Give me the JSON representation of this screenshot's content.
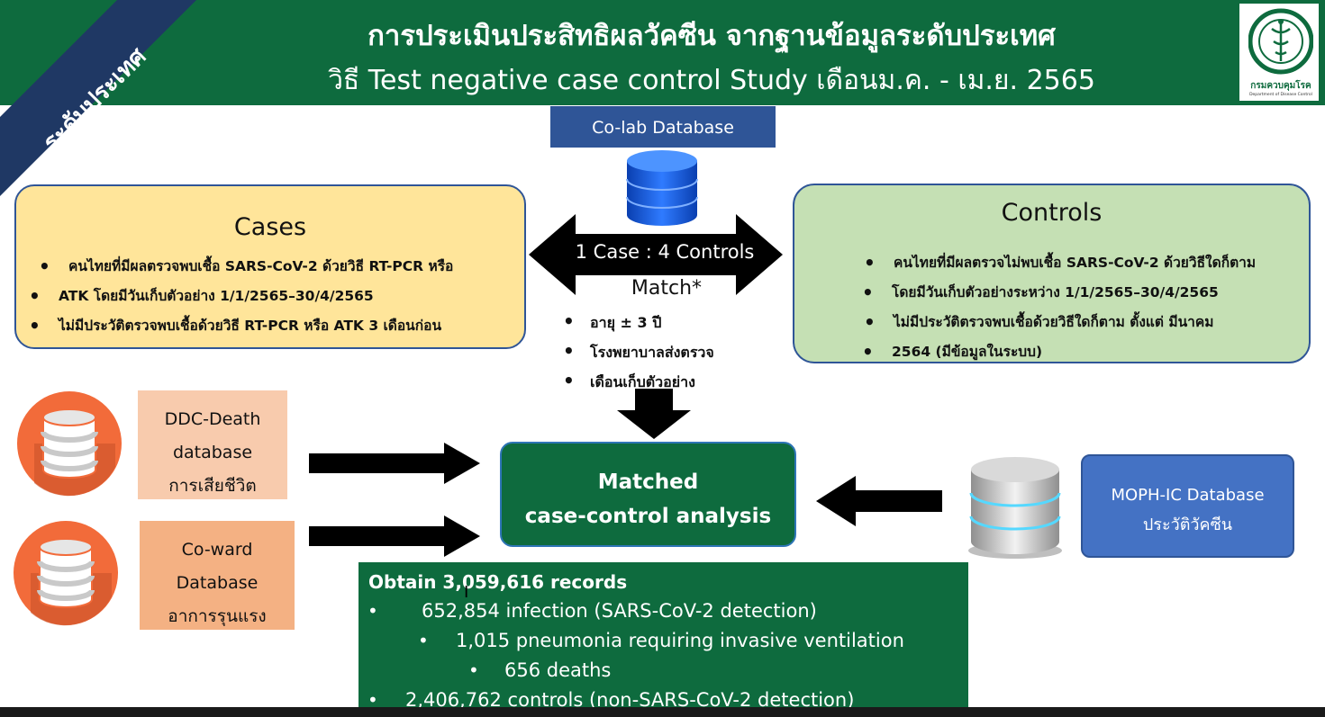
{
  "header": {
    "title_line1": "การประเมินประสิทธิผลวัคซีน จากฐานข้อมูลระดับประเทศ",
    "title_line2": "วิธี Test negative case control Study เดือนม.ค. - เม.ย. 2565",
    "corner_ribbon": "ระดับประเทศ",
    "logo": {
      "caption": "กรมควบคุมโรค",
      "subcaption": "Department of Disease Control",
      "icon": "ministry-seal-icon"
    }
  },
  "colab": {
    "label": "Co-lab Database",
    "icon": "database-blue-icon"
  },
  "cases": {
    "title": "Cases",
    "bullets": [
      {
        "line1": "คนไทยที่มีผลตรวจพบเชื้อ SARS-CoV-2 ด้วยวิธี RT-PCR หรือ",
        "line2": "ATK โดยมีวันเก็บตัวอย่าง 1/1/2565–30/4/2565"
      },
      {
        "line1": "ไม่มีประวัติตรวจพบเชื้อด้วยวิธี RT-PCR หรือ ATK 3 เดือนก่อน"
      }
    ]
  },
  "controls": {
    "title": "Controls",
    "bullets": [
      {
        "line1": "คนไทยที่มีผลตรวจไม่พบเชื้อ SARS-CoV-2 ด้วยวิธีใดก็ตาม",
        "line2": "โดยมีวันเก็บตัวอย่างระหว่าง 1/1/2565–30/4/2565"
      },
      {
        "line1": "ไม่มีประวัติตรวจพบเชื้อด้วยวิธีใดก็ตาม ตั้งแต่ มีนาคม",
        "line2": "2564 (มีข้อมูลในระบบ)"
      }
    ]
  },
  "ratio": {
    "label": "1 Case : 4 Controls"
  },
  "match": {
    "title": "Match*",
    "items": [
      "อายุ ± 3 ปี",
      "โรงพยาบาลส่งตรวจ",
      "เดือนเก็บตัวอย่าง"
    ]
  },
  "ddc": {
    "line1": "DDC-Death",
    "line2": "database",
    "line3": "การเสียชีวิต",
    "icon": "database-orange-icon"
  },
  "coward": {
    "line1": "Co-ward",
    "line2": "Database",
    "line3": "อาการรุนแรง",
    "icon": "database-orange-icon"
  },
  "matched": {
    "line1": "Matched",
    "line2": "case-control analysis"
  },
  "moph": {
    "line1": "MOPH-IC Database",
    "line2": "ประวัติวัคซีน",
    "icon": "database-silver-icon"
  },
  "obtain": {
    "title": "Obtain 3,059,616 records",
    "infection": "652,854 infection (SARS-CoV-2 detection)",
    "pneumonia": "1,015 pneumonia requiring invasive ventilation",
    "deaths": "656 deaths",
    "controls": "2,406,762 controls (non-SARS-CoV-2 detection)"
  },
  "colors": {
    "header_green": "#0e6b3e",
    "cases_fill": "#ffe59a",
    "controls_fill": "#c5e0b4",
    "accent_blue": "#2f5597"
  }
}
